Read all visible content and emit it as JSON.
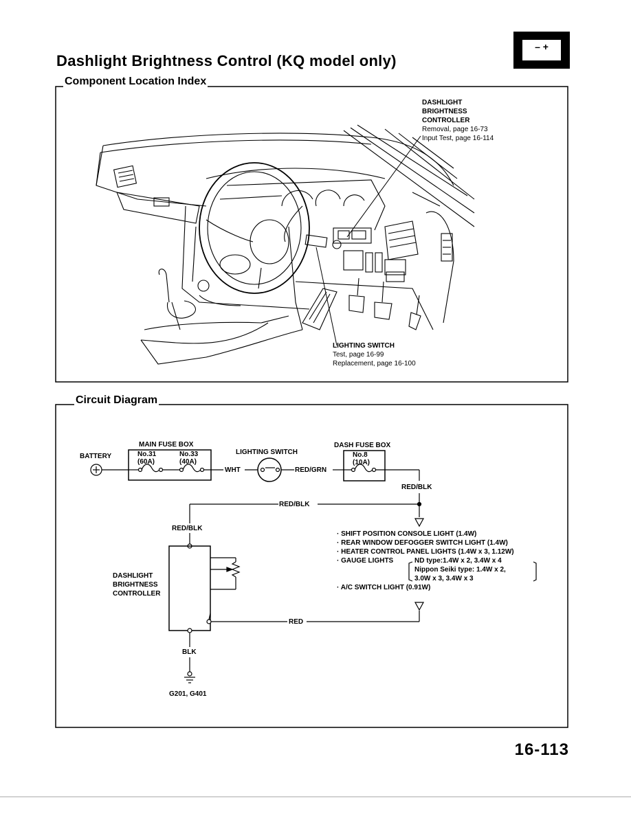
{
  "title": "Dashlight Brightness Control (KQ model only)",
  "battery_icon": {
    "label": "– +"
  },
  "component_index": {
    "heading": "Component Location Index",
    "controller": {
      "name_lines": [
        "DASHLIGHT",
        "BRIGHTNESS",
        "CONTROLLER"
      ],
      "ref1": "Removal, page 16-73",
      "ref2": "Input Test, page 16-114"
    },
    "lighting_switch": {
      "name": "LIGHTING SWITCH",
      "ref1": "Test, page 16-99",
      "ref2": "Replacement, page 16-100"
    }
  },
  "circuit": {
    "heading": "Circuit Diagram",
    "main_fuse_box": "MAIN FUSE BOX",
    "battery": "BATTERY",
    "fuse31": [
      "No.31",
      "(60A)"
    ],
    "fuse33": [
      "No.33",
      "(40A)"
    ],
    "lighting_switch": "LIGHTING SWITCH",
    "dash_fuse_box": "DASH FUSE BOX",
    "fuse8": [
      "No.8",
      "(10A)"
    ],
    "wht": "WHT",
    "red_grn": "RED/GRN",
    "red_blk_right": "RED/BLK",
    "red_blk_mid": "RED/BLK",
    "red_blk_left": "RED/BLK",
    "controller_lines": [
      "DASHLIGHT",
      "BRIGHTNESS",
      "CONTROLLER"
    ],
    "loads": [
      "· SHIFT POSITION CONSOLE LIGHT (1.4W)",
      "· REAR WINDOW DEFOGGER SWITCH LIGHT (1.4W)",
      "· HEATER CONTROL PANEL LIGHTS (1.4W x 3, 1.12W)",
      "· GAUGE LIGHTS",
      "· A/C SWITCH LIGHT (0.91W)"
    ],
    "gauge_detail": [
      "ND type:1.4W x 2, 3.4W x 4",
      "Nippon Seiki type: 1.4W x 2,",
      "3.0W x 3, 3.4W x 3"
    ],
    "red": "RED",
    "blk": "BLK",
    "ground": "G201, G401"
  },
  "page_number": "16-113"
}
